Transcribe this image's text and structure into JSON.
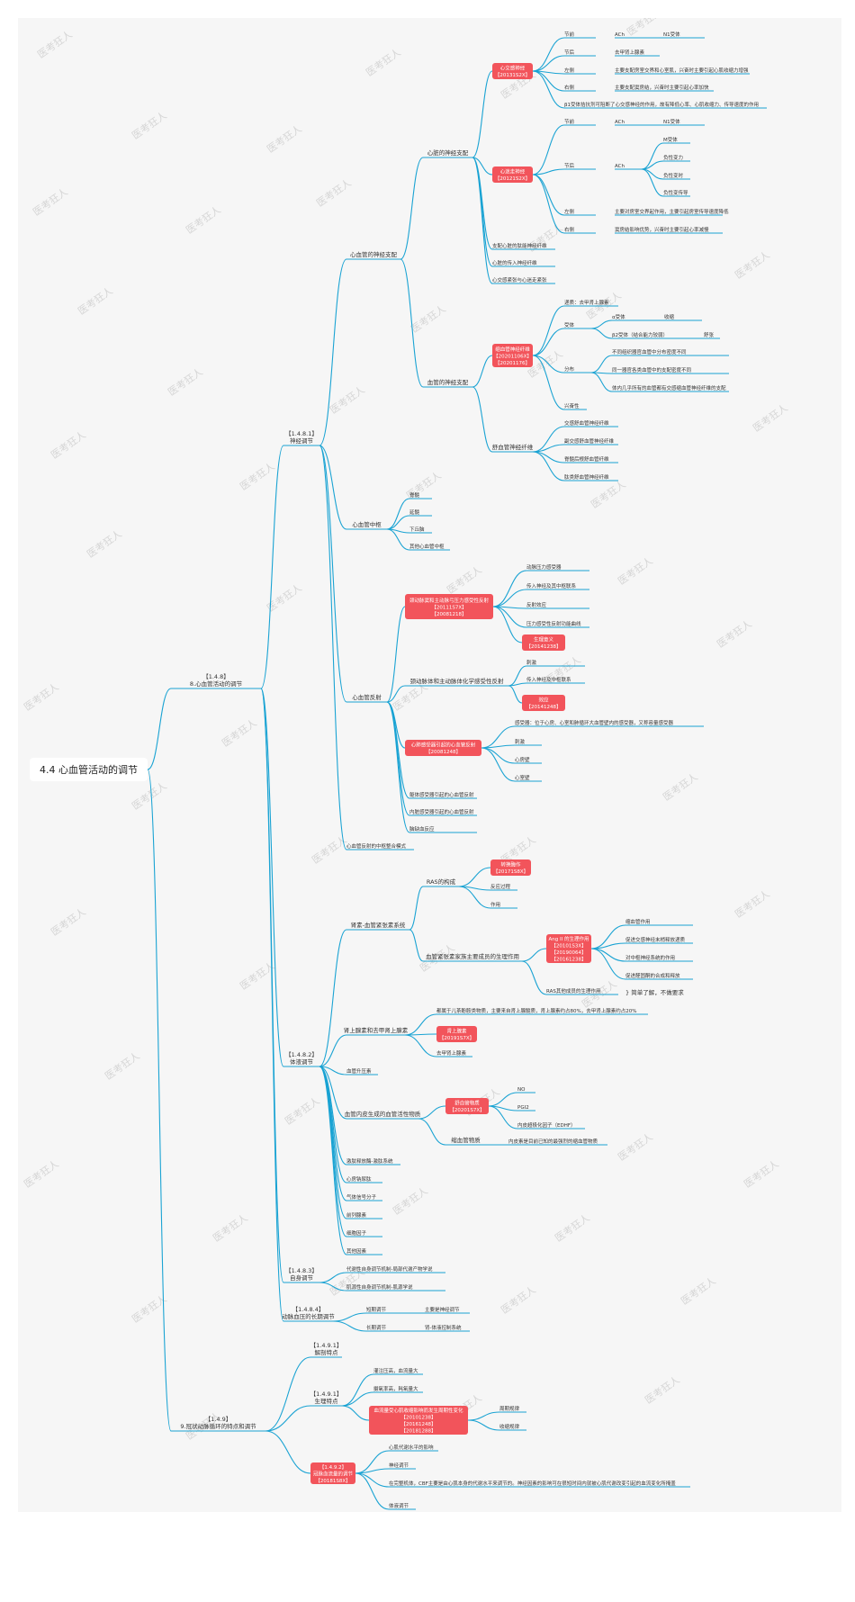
{
  "colors": {
    "line": "#1aa3d3",
    "highlight": "#f2545b",
    "background": "#f6f6f6"
  },
  "watermark": "医考狂人",
  "root": "4.4 心血管活动的调节",
  "b8": "【1.4.8】\n8.心血管活动的调节",
  "b9": "【1.4.9】\n9.冠状动脉循环的特点和调节",
  "n1": "【1.4.8.1】\n神经调节",
  "n1a": "心血管的神经支配",
  "heart": "心脏的神经支配",
  "sym": "心交感神经\n【20131S2X】",
  "sym_items": [
    [
      "节前",
      "ACh",
      "N1受体"
    ],
    [
      "节后",
      "去甲肾上腺素"
    ],
    [
      "左侧",
      "主要支配房室交界和心室肌，兴奋时主要引起心肌收缩力增强"
    ],
    [
      "右侧",
      "主要支配窦房结，兴奋时主要引起心率加快"
    ],
    [
      "β1受体拮抗剂可阻断了心交感神经的作用，故有降低心率、心肌收缩力、传导速度的作用"
    ]
  ],
  "vag": "心迷走神经\n【20121S2X】",
  "vag_pre": [
    "节前",
    "ACh",
    "N1受体"
  ],
  "vag_post": "节后",
  "vag_post_ach": "ACh",
  "vag_post_items": [
    "M受体",
    "负性变力",
    "负性变时",
    "负性变传导"
  ],
  "vag_side": [
    [
      "左侧",
      "主要对房室交界起作用，主要引起房室传导速度降低"
    ],
    [
      "右侧",
      "窦房结影响优势，兴奋时主要引起心率减慢"
    ]
  ],
  "heart_extra": [
    "支配心脏的肽能神经纤维",
    "心脏的传入神经纤维",
    "心交感紧张与心迷走紧张"
  ],
  "vessel": "血管的神经支配",
  "vc": "缩血管神经纤维\n【20201106X】\n【20201176】",
  "vc_items": {
    "origin": "递质：去甲肾上腺素",
    "receptor": "受体",
    "alpha": [
      "α受体",
      "收缩"
    ],
    "beta2": [
      "β2受体（结合能力较弱）",
      "舒张"
    ],
    "dist": "分布",
    "dist_items": [
      "不同组织器官血管中分布密度不同",
      "同一器官各类血管中的支配密度不同",
      "体内几乎所有的血管都有交感缩血管神经纤维的支配"
    ],
    "tone": "兴奋性"
  },
  "vd": "舒血管神经纤维",
  "vd_items": [
    "交感舒血管神经纤维",
    "副交感舒血管神经纤维",
    "脊髓后根舒血管纤维",
    "肽类舒血管神经纤维"
  ],
  "center": "心血管中枢",
  "center_items": [
    "脊髓",
    "延髓",
    "下丘脑",
    "其他心血管中枢"
  ],
  "reflex": "心血管反射",
  "baro": "颈动脉窦和主动脉弓压力感受性反射\n【20111S7X】\n【20081218】",
  "baro_items": [
    "动脉压力感受器",
    "传入神经及其中枢联系",
    "反射效应",
    "压力感受性反射功能曲线"
  ],
  "baro_red": "生理意义\n【20141238】",
  "chemo": "颈动脉体和主动脉体化学感受性反射",
  "chemo_items": [
    "刺激",
    "传入神经及中枢联系"
  ],
  "chemo_red": "效应\n【20141248】",
  "card": "心肺感受器引起的心血管反射\n【20081248】",
  "card_items": [
    "感受器：位于心房、心室和肺循环大血管壁内的感受器，又称容量感受器",
    "刺激",
    "心房壁",
    "心室壁"
  ],
  "reflex_extra": [
    "躯体感受器引起的心血管反射",
    "内脏感受器引起的心血管反射",
    "脑缺血反应"
  ],
  "reflex_center": "心血管反射的中枢整合模式",
  "n2": "【1.4.8.2】\n体液调节",
  "ras": "肾素-血管紧张素系统",
  "ras_comp": "RAS的构成",
  "ras_red": "转换酶作\n【20171S8X】",
  "ras_comp_items": [
    "反应过程",
    "作用"
  ],
  "ang": "血管紧张素家族主要成员的生理作用",
  "ang_red": "Ang II 的生理作用\n【20101S3X】\n【20190064】\n【20161238】",
  "ang_items": [
    "缩血管作用",
    "促进交感神经末梢释放递质",
    "对中枢神经系统的作用",
    "促进醛固酮的合成和释放"
  ],
  "ras_other": "RAS其他成员的生理作用",
  "ras_note": "简单了解，不做要求",
  "epi": "肾上腺素和去甲肾上腺素",
  "epi_desc": "都属于儿茶酚胺类物质，主要来自肾上腺髓质，肾上腺素约占80%，去甲肾上腺素约占20%",
  "epi_red": "肾上腺素\n【20191S7X】",
  "epi_ne": "去甲肾上腺素",
  "vaso": "血管升压素",
  "endo": "血管内皮生成的血管活性物质",
  "endo_red": "舒血管物质\n【20201S7X】",
  "endo_items": [
    "NO",
    "PGI2",
    "内皮超极化因子（EDHF）"
  ],
  "endo_con": "缩血管物质",
  "endo_con_desc": "内皮素是目前已知的最强烈的缩血管物质",
  "hum_extra": [
    "激肽释放酶-激肽系统",
    "心房钠尿肽",
    "气体信号分子",
    "前列腺素",
    "细胞因子",
    "其他因素"
  ],
  "n3": "【1.4.8.3】\n自身调节",
  "auto_items": [
    "代谢性自身调节机制-局部代谢产物学说",
    "肌源性自身调节机制-肌源学说"
  ],
  "n4": "【1.4.8.4】\n动脉血压的长期调节",
  "long": [
    [
      "短期调节",
      "主要是神经调节"
    ],
    [
      "长期调节",
      "肾-体液控制系统"
    ]
  ],
  "c1": "【1.4.9.1】\n解剖特点",
  "c2": "【1.4.9.1】\n生理特点",
  "c2_items": [
    "灌注压高，血流量大",
    "摄氧率高，耗氧量大"
  ],
  "c2_red": "血流量受心肌收缩影响而发生周期性变化\n【20101238】\n【20161248】\n【20181288】",
  "c2_red_items": [
    "周期规律",
    "收缩规律"
  ],
  "c3": "【1.4.9.2】\n冠脉血流量的调节\n【20181S8X】",
  "c3_items": [
    "心肌代谢水平的影响",
    "神经调节",
    "在完整机体，CBF主要是由心肌本身的代谢水平来调节的。神经因素的影响可在很短时间内就被心肌代谢改变引起的血流变化所掩盖",
    "体液调节"
  ]
}
